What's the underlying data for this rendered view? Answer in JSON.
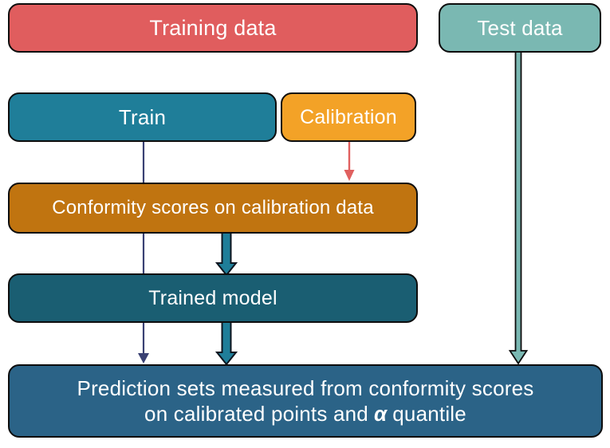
{
  "diagram": {
    "boxes": {
      "training_data": {
        "label": "Training data",
        "color": "#e05d5e"
      },
      "test_data": {
        "label": "Test data",
        "color": "#7ab8b2"
      },
      "train": {
        "label": "Train",
        "color": "#1f7e99"
      },
      "calibration": {
        "label": "Calibration",
        "color": "#f3a227"
      },
      "conformity": {
        "label": "Conformity scores on calibration data",
        "color": "#c07410"
      },
      "trained_model": {
        "label": "Trained model",
        "color": "#1a5e72"
      },
      "prediction": {
        "line1": "Prediction sets measured from conformity scores",
        "line2_before": "on calibrated points and",
        "alpha_symbol": "α",
        "line2_after": "quantile",
        "color": "#2b6387"
      }
    },
    "arrows": {
      "train_to_prediction": {
        "style": "thin",
        "color": "#3a4173"
      },
      "calibration_to_conformity": {
        "style": "thin",
        "color": "#e0605f"
      },
      "conformity_to_trained_model": {
        "style": "thick",
        "color": "#1f7e99"
      },
      "trained_model_to_prediction": {
        "style": "thick",
        "color": "#1f7e99"
      },
      "test_data_to_prediction": {
        "style": "thick",
        "color": "#7ab8b2"
      }
    }
  }
}
